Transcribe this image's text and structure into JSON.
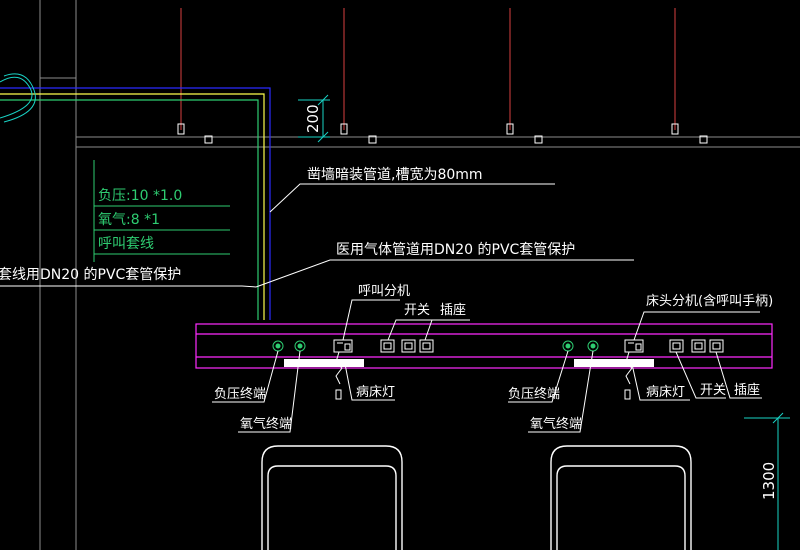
{
  "colors": {
    "background": "#000000",
    "white": "#ffffff",
    "green": "#2ecc71",
    "cyan": "#19d3c5",
    "yellow": "#ffff4d",
    "blue": "#2b2bff",
    "magenta": "#ff2bff",
    "red": "#ff3b3b",
    "gray": "#8c8c8c"
  },
  "labels": {
    "trench_note": "凿墙暗装管道,槽宽为80mm",
    "gas_pipe_note": "医用气体管道用DN20 的PVC套管保护",
    "wire_pipe_note": "套线用DN20 的PVC套管保护",
    "legend": [
      "负压:10 *1.0",
      "氧气:8 *1",
      "呼叫套线"
    ],
    "call_unit": "呼叫分机",
    "switch_1": "开关",
    "socket_1": "插座",
    "bedhead_unit": "床头分机(含呼叫手柄)",
    "vacuum_outlet_1": "负压终端",
    "oxygen_outlet_1": "氧气终端",
    "bed_light_1": "病床灯",
    "vacuum_outlet_2": "负压终端",
    "oxygen_outlet_2": "氧气终端",
    "bed_light_2": "病床灯",
    "switch_2": "开关",
    "socket_2": "插座",
    "dim_top": "200",
    "dim_right": "1300"
  }
}
